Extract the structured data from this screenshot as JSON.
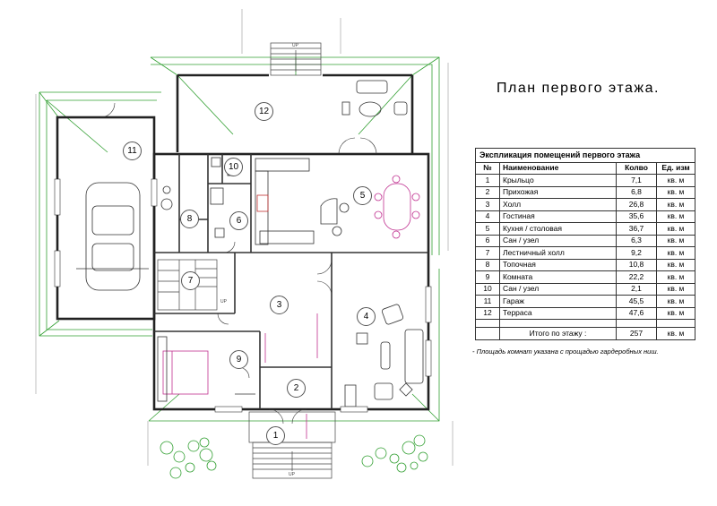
{
  "title": "План первого этажа.",
  "table": {
    "caption": "Экспликация помещений первого этажа",
    "headers": {
      "num": "№",
      "name": "Наименование",
      "area": "Колво",
      "unit": "Ед. изм"
    },
    "rows": [
      {
        "num": "1",
        "name": "Крыльцо",
        "area": "7,1",
        "unit": "кв. м"
      },
      {
        "num": "2",
        "name": "Прихожая",
        "area": "6,8",
        "unit": "кв. м"
      },
      {
        "num": "3",
        "name": "Холл",
        "area": "26,8",
        "unit": "кв. м"
      },
      {
        "num": "4",
        "name": "Гостиная",
        "area": "35,6",
        "unit": "кв. м"
      },
      {
        "num": "5",
        "name": "Кухня / столовая",
        "area": "36,7",
        "unit": "кв. м"
      },
      {
        "num": "6",
        "name": "Сан / узел",
        "area": "6,3",
        "unit": "кв. м"
      },
      {
        "num": "7",
        "name": "Лестничный холл",
        "area": "9,2",
        "unit": "кв. м"
      },
      {
        "num": "8",
        "name": "Топочная",
        "area": "10,8",
        "unit": "кв. м"
      },
      {
        "num": "9",
        "name": "Комната",
        "area": "22,2",
        "unit": "кв. м"
      },
      {
        "num": "10",
        "name": "Сан / узел",
        "area": "2,1",
        "unit": "кв. м"
      },
      {
        "num": "11",
        "name": "Гараж",
        "area": "45,5",
        "unit": "кв. м"
      },
      {
        "num": "12",
        "name": "Терраса",
        "area": "47,6",
        "unit": "кв. м"
      }
    ],
    "total": {
      "label": "Итого по этажу  :",
      "area": "257",
      "unit": "кв. м"
    }
  },
  "footnote": "- Площадь комнат указана с прощадью гардеробных ниш.",
  "plan": {
    "stair_labels": {
      "top": "UP",
      "bottom": "UP",
      "inner": "UP"
    },
    "rooms": [
      {
        "id": "1",
        "label": "1"
      },
      {
        "id": "2",
        "label": "2"
      },
      {
        "id": "3",
        "label": "3"
      },
      {
        "id": "4",
        "label": "4"
      },
      {
        "id": "5",
        "label": "5"
      },
      {
        "id": "6",
        "label": "6"
      },
      {
        "id": "7",
        "label": "7"
      },
      {
        "id": "8",
        "label": "8"
      },
      {
        "id": "9",
        "label": "9"
      },
      {
        "id": "10",
        "label": "10"
      },
      {
        "id": "11",
        "label": "11"
      },
      {
        "id": "12",
        "label": "12"
      }
    ]
  }
}
